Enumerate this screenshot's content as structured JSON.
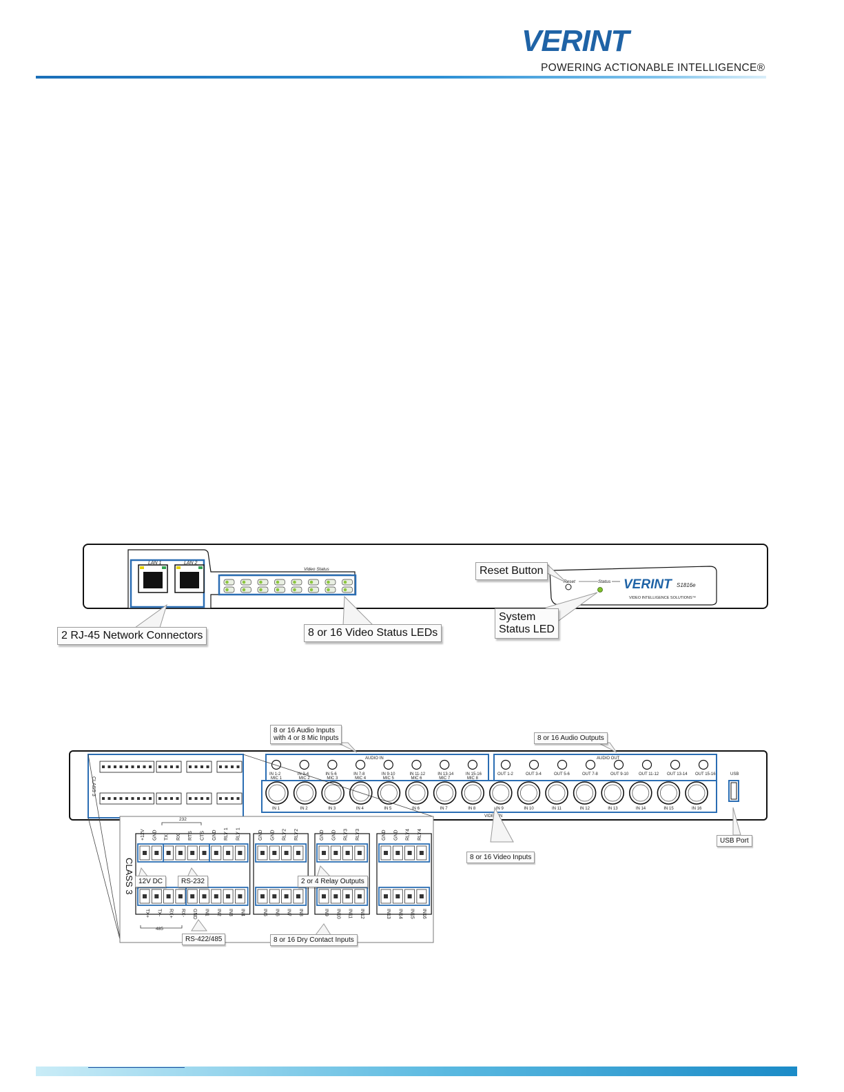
{
  "header": {
    "logo_text": "VERINT",
    "tagline": "POWERING ACTIONABLE INTELLIGENCE®"
  },
  "front_panel": {
    "lan1": "LAN 1",
    "lan2": "LAN 2",
    "video_status_label": "Video Status",
    "reset_label": "Reset",
    "status_label": "Status",
    "brand": "VERINT",
    "model": "S1816e",
    "brand_tagline": "VIDEO INTELLIGENCE SOLUTIONS™",
    "callouts": {
      "network": "2 RJ-45 Network Connectors",
      "video_leds": "8 or 16 Video Status LEDs",
      "reset": "Reset Button",
      "status_line1": "System",
      "status_line2": "Status LED"
    }
  },
  "rear_panel": {
    "audio_in_title": "AUDIO IN",
    "audio_out_title": "AUDIO OUT",
    "video_in_title": "VIDEO IN",
    "usb_label": "USB",
    "class_label": "CLASS 3",
    "audio_in_labels": [
      "IN 1-2",
      "IN 3-4",
      "IN 5-6",
      "IN 7-8",
      "IN 9-10",
      "IN 11-12",
      "IN 13-14",
      "IN 15-16"
    ],
    "mic_labels": [
      "MIC 1",
      "MIC 2",
      "MIC 3",
      "MIC 4",
      "MIC 5",
      "MIC 6",
      "MIC 7",
      "MIC 8"
    ],
    "audio_out_labels": [
      "OUT 1-2",
      "OUT 3-4",
      "OUT 5-6",
      "OUT 7-8",
      "OUT 9-10",
      "OUT 11-12",
      "OUT 13-14",
      "OUT 15-16"
    ],
    "video_in_labels": [
      "IN 1",
      "IN 2",
      "IN 3",
      "IN 4",
      "IN 5",
      "IN 6",
      "IN 7",
      "IN 8",
      "IN 9",
      "IN 10",
      "IN 11",
      "IN 12",
      "IN 13",
      "IN 14",
      "IN 15",
      "IN 16"
    ],
    "callouts": {
      "audio_inputs_line1": "8 or 16 Audio Inputs",
      "audio_inputs_line2": "with 4 or 8 Mic Inputs",
      "audio_outputs": "8 or 16 Audio Outputs",
      "video_inputs": "8 or 16 Video Inputs",
      "usb_port": "USB Port"
    }
  },
  "terminal_detail": {
    "class_label": "CLASS 3",
    "rs232_bracket": "232",
    "rs485_bracket": "485",
    "top_group1": [
      "+12V",
      "GND",
      "TX",
      "RX",
      "RTS",
      "CTS",
      "GND",
      "RLY 1",
      "RLY 1"
    ],
    "top_group2": [
      "GND",
      "GND",
      "RLY2",
      "RLY2"
    ],
    "top_group3": [
      "GND",
      "GND",
      "RLY3",
      "RLY3"
    ],
    "top_group4": [
      "GND",
      "GND",
      "RLY4",
      "RLY4"
    ],
    "bottom_group1": [
      "TX+",
      "TX-",
      "RX+",
      "RX-",
      "GND",
      "IN1",
      "IN2",
      "IN3",
      "IN4"
    ],
    "bottom_group2": [
      "IN5",
      "IN6",
      "IN7",
      "IN8"
    ],
    "bottom_group3": [
      "IN9",
      "IN10",
      "IN11",
      "IN12"
    ],
    "bottom_group4": [
      "IN13",
      "IN14",
      "IN15",
      "IN16"
    ],
    "callouts": {
      "dc": "12V DC",
      "rs232": "RS-232",
      "relay": "2 or 4 Relay Outputs",
      "rs422": "RS-422/485",
      "dry_contact": "8 or 16 Dry Contact Inputs"
    }
  },
  "colors": {
    "accent_blue": "#1f63a6",
    "highlight_blue": "#2a6db3",
    "led_green": "#7fc02b"
  }
}
